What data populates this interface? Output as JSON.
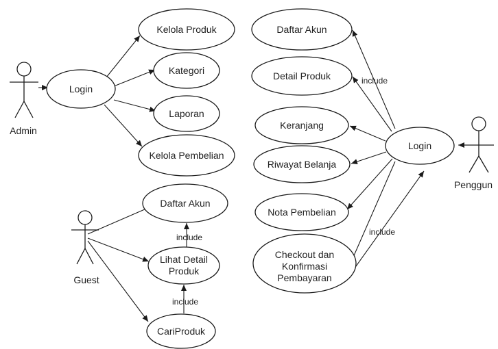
{
  "actors": {
    "admin": "Admin",
    "guest": "Guest",
    "pengguna": "Penggun"
  },
  "use_cases": {
    "admin_login": "Login",
    "kelola_produk": "Kelola Produk",
    "kategori": "Kategori",
    "laporan": "Laporan",
    "kelola_pembelian": "Kelola Pembelian",
    "guest_daftar_akun": "Daftar Akun",
    "lihat_detail_produk": [
      "Lihat Detail",
      "Produk"
    ],
    "cari_produk": "CariProduk",
    "user_daftar_akun": "Daftar Akun",
    "detail_produk": "Detail Produk",
    "keranjang": "Keranjang",
    "riwayat_belanja": "Riwayat Belanja",
    "nota_pembelian": "Nota Pembelian",
    "checkout": [
      "Checkout dan",
      "Konfirmasi",
      "Pembayaran"
    ],
    "user_login": "Login"
  },
  "relations": {
    "include_1": "include",
    "include_2": "include",
    "include_3": "include",
    "include_4": "include"
  }
}
